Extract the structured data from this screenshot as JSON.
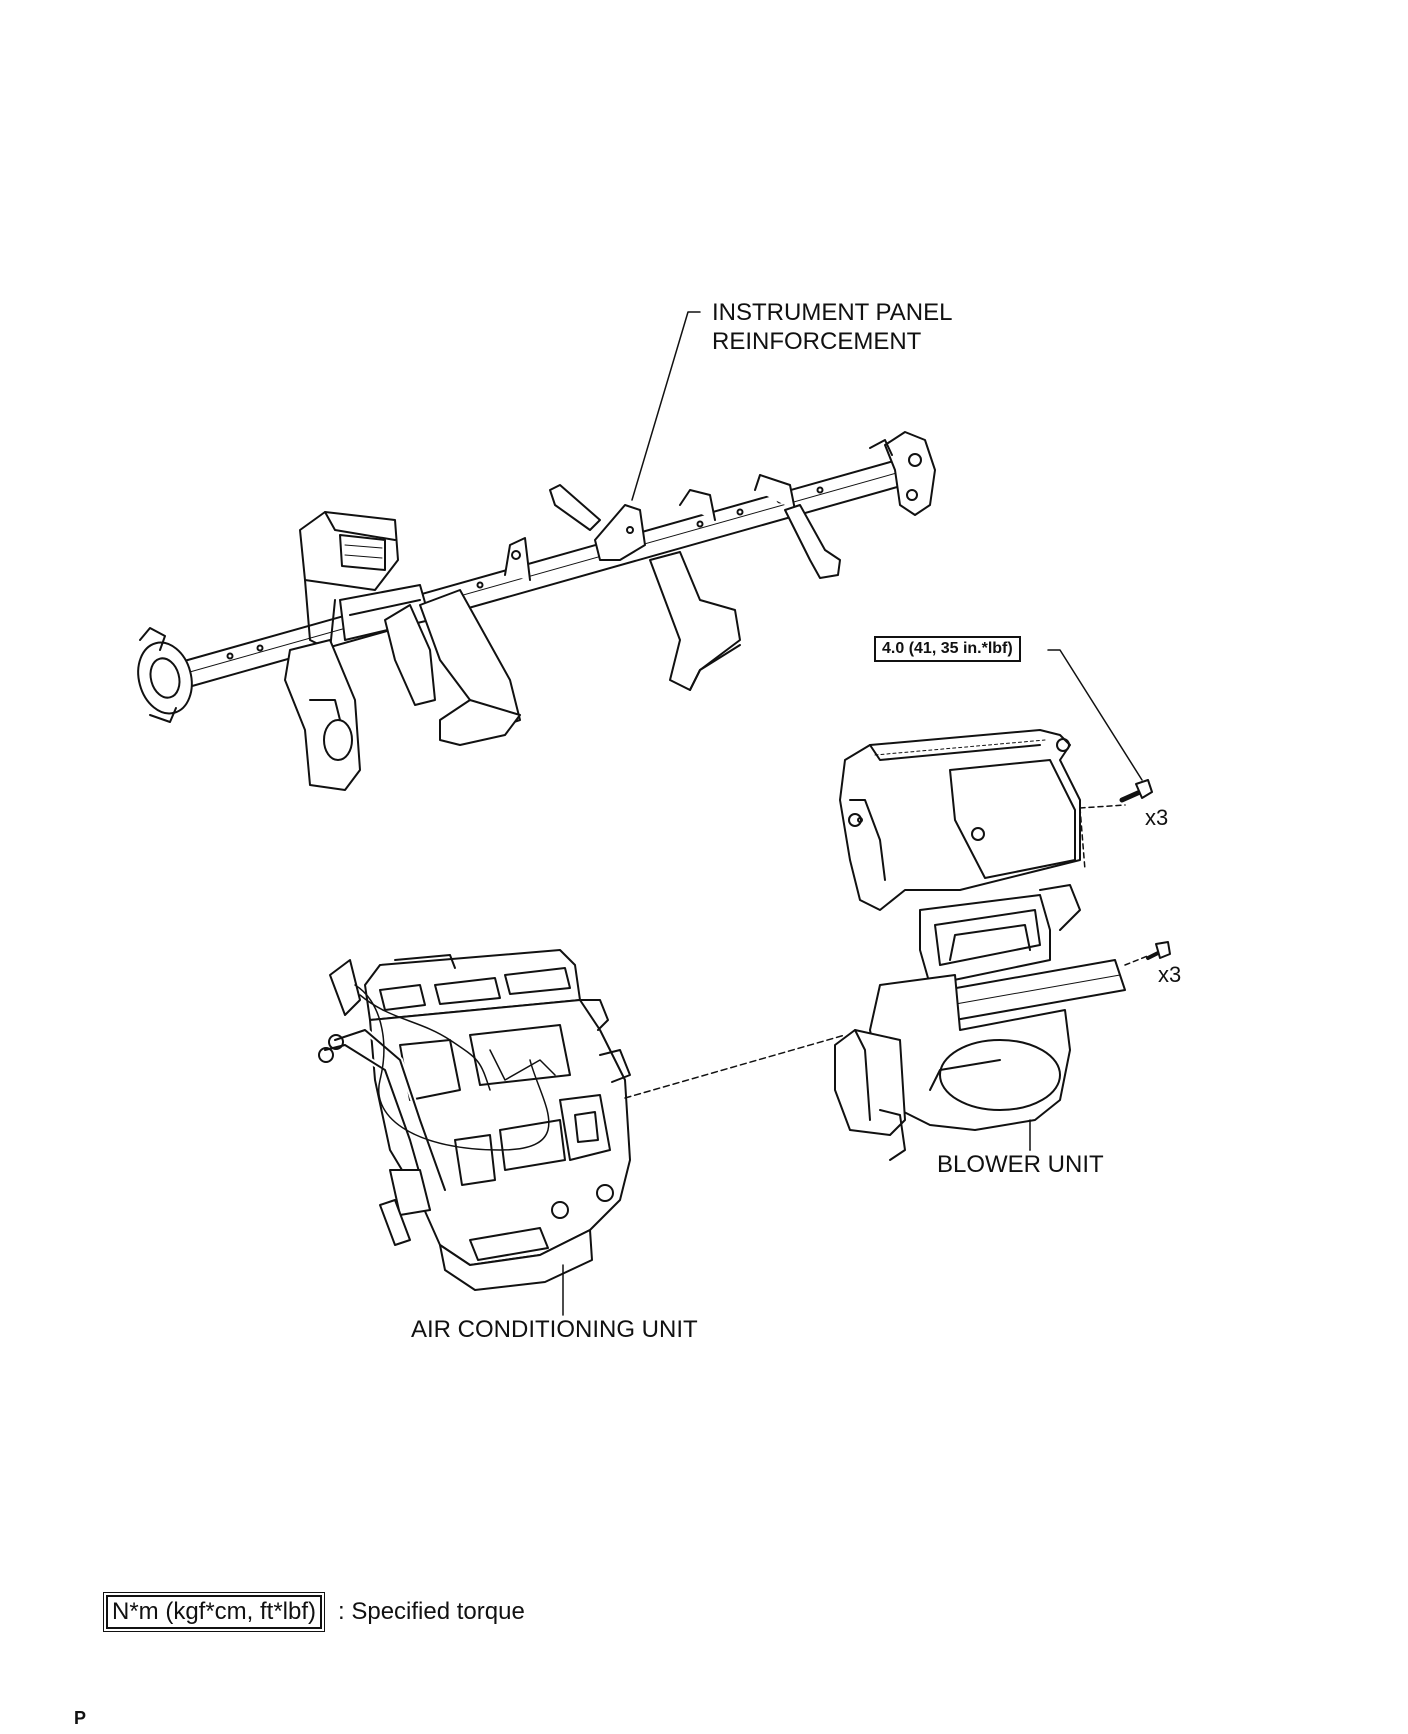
{
  "callouts": {
    "instrument_panel_line1": "INSTRUMENT PANEL",
    "instrument_panel_line2": "REINFORCEMENT",
    "blower_unit": "BLOWER UNIT",
    "air_conditioning_unit": "AIR CONDITIONING UNIT"
  },
  "torque": {
    "spec": "4.0 (41, 35 in.*lbf)"
  },
  "quantities": {
    "upper_bolts": "x3",
    "lower_bolts": "x3"
  },
  "legend": {
    "unit_box": "N*m (kgf*cm, ft*lbf)",
    "description": ": Specified torque"
  },
  "page_mark": "P"
}
